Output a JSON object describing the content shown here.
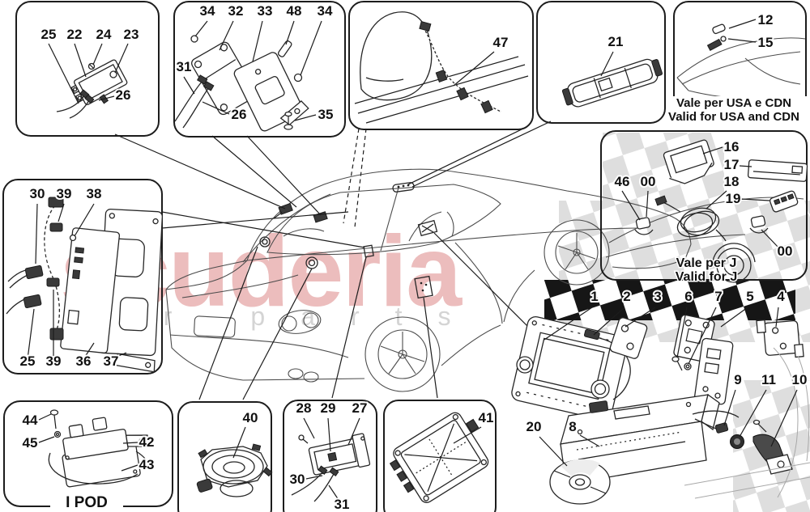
{
  "document": {
    "kind": "parts-diagram",
    "captions": {
      "usa_line1": "Vale per USA e CDN",
      "usa_line2": "Valid for USA and CDN",
      "j_line1": "Vale per J",
      "j_line2": "Valid for J",
      "ipod": "I POD"
    },
    "watermark": {
      "brand": "scuderia",
      "letters": "car parts",
      "brand_color": "#ecbdbd",
      "letters_color": "#d4d4d4",
      "check_gray": "#dedede",
      "check_black": "#161616"
    },
    "labels": {
      "n00": "00",
      "n1": "1",
      "n2": "2",
      "n3": "3",
      "n4": "4",
      "n5": "5",
      "n6": "6",
      "n7": "7",
      "n8": "8",
      "n9": "9",
      "n10": "10",
      "n11": "11",
      "n12": "12",
      "n15": "15",
      "n16": "16",
      "n17": "17",
      "n18": "18",
      "n19": "19",
      "n20": "20",
      "n21": "21",
      "n22": "22",
      "n23": "23",
      "n24": "24",
      "n25": "25",
      "n26": "26",
      "n27": "27",
      "n28": "28",
      "n29": "29",
      "n30": "30",
      "n31": "31",
      "n32": "32",
      "n33": "33",
      "n34": "34",
      "n35": "35",
      "n36": "36",
      "n37": "37",
      "n38": "38",
      "n39": "39",
      "n40": "40",
      "n41": "41",
      "n42": "42",
      "n43": "43",
      "n44": "44",
      "n45": "45",
      "n46": "46",
      "n47": "47",
      "n48": "48"
    }
  }
}
